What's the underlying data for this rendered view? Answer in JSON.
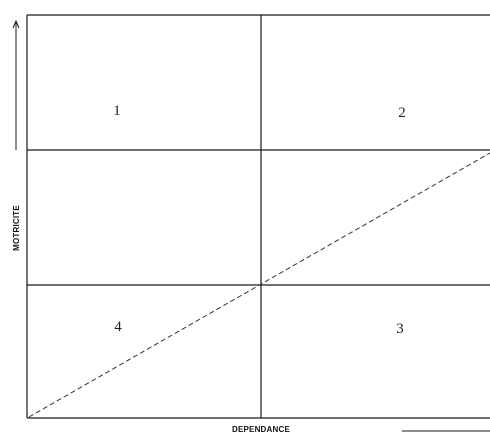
{
  "axes": {
    "x_label": "DEPENDANCE",
    "y_label": "MOTRICITE"
  },
  "quadrants": [
    {
      "id": "quadrant-1",
      "label": "1"
    },
    {
      "id": "quadrant-2",
      "label": "2"
    },
    {
      "id": "quadrant-3",
      "label": "3"
    },
    {
      "id": "quadrant-4",
      "label": "4"
    }
  ]
}
